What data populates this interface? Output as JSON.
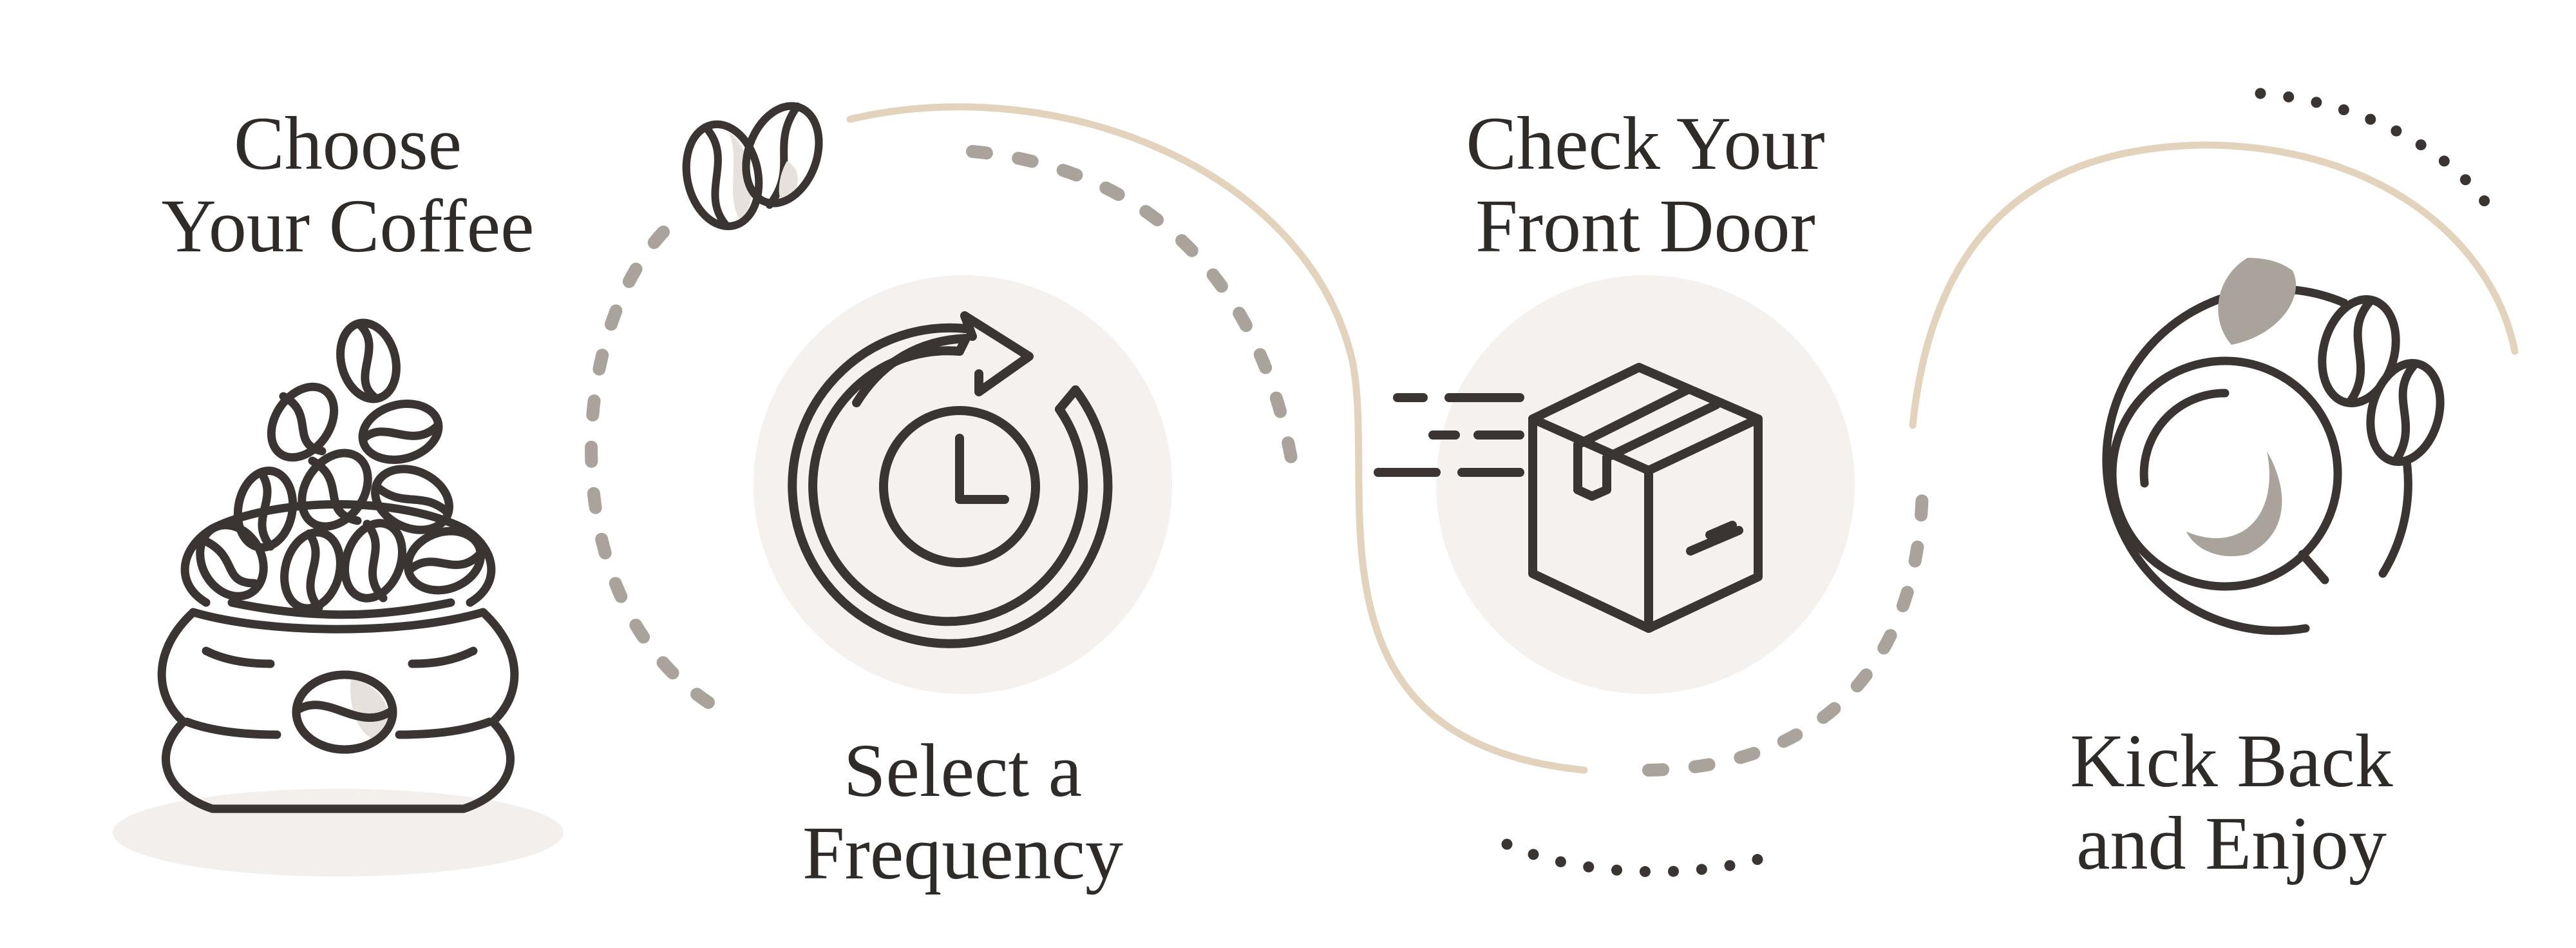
{
  "steps": [
    {
      "line1": "Choose",
      "line2": "Your Coffee",
      "icon": "coffee-sack-icon"
    },
    {
      "line1": "Select a",
      "line2": "Frequency",
      "icon": "recurring-clock-icon"
    },
    {
      "line1": "Check Your",
      "line2": "Front Door",
      "icon": "delivery-box-icon"
    },
    {
      "line1": "Kick Back",
      "line2": "and Enjoy",
      "icon": "coffee-cup-icon"
    }
  ],
  "colors": {
    "ink": "#3a3533",
    "tan_line": "#e3d3bc",
    "gray_dash": "#aaa39b",
    "circle_bg": "#f4f1ef",
    "bean_fill": "#e6e1dc",
    "leaf_fill": "#aaa39b"
  }
}
